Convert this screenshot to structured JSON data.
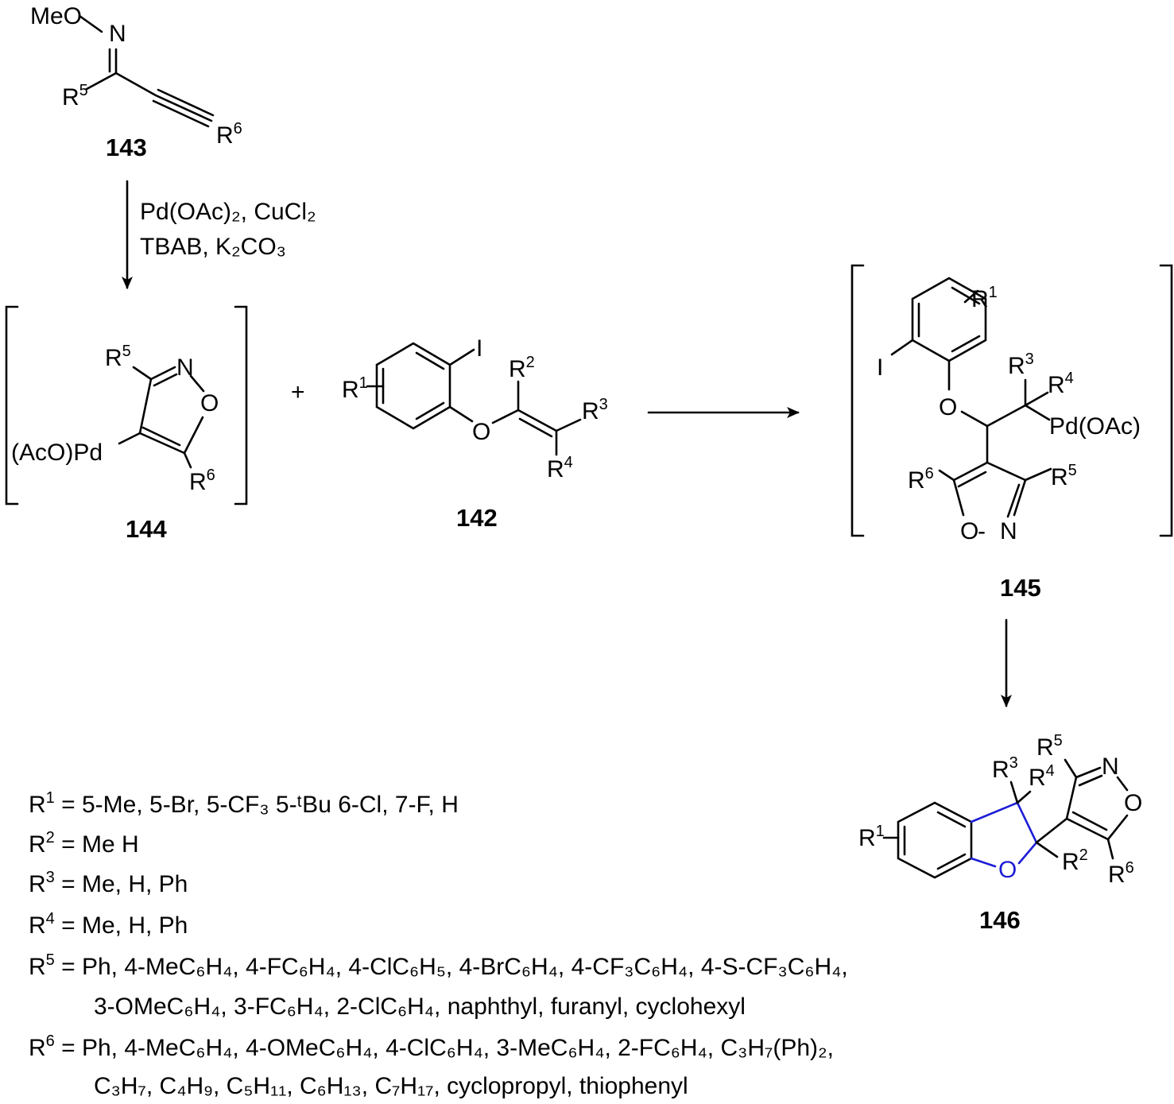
{
  "compounds": {
    "c143": {
      "label": "143"
    },
    "c144": {
      "label": "144"
    },
    "c142": {
      "label": "142"
    },
    "c145": {
      "label": "145"
    },
    "c146": {
      "label": "146"
    }
  },
  "reagents": {
    "line1": "Pd(OAc)₂, CuCl₂",
    "line2": "TBAB, K₂CO₃"
  },
  "atoms": {
    "meo": "MeO",
    "n": "N",
    "o": "O",
    "i": "I",
    "pd_acetate": "(AcO)Pd",
    "pd_oac": "Pd(OAc)",
    "plus": "+",
    "r": "R"
  },
  "substituents": [
    {
      "r": "R",
      "sup": "1",
      "text": " = 5-Me, 5-Br, 5-CF₃ 5-ᵗBu 6-Cl, 7-F,  H"
    },
    {
      "r": "R",
      "sup": "2",
      "text": " = Me H"
    },
    {
      "r": "R",
      "sup": "3",
      "text": " = Me, H, Ph"
    },
    {
      "r": "R",
      "sup": "4",
      "text": " = Me, H, Ph"
    },
    {
      "r": "R",
      "sup": "5",
      "text": " = Ph, 4-MeC₆H₄, 4-FC₆H₄, 4-ClC₆H₅, 4-BrC₆H₄, 4-CF₃C₆H₄, 4-S-CF₃C₆H₄,",
      "cont": "3-OMeC₆H₄, 3-FC₆H₄, 2-ClC₆H₄, naphthyl, furanyl, cyclohexyl"
    },
    {
      "r": "R",
      "sup": "6",
      "text": " = Ph, 4-MeC₆H₄, 4-OMeC₆H₄, 4-ClC₆H₄, 3-MeC₆H₄, 2-FC₆H₄, C₃H₇(Ph)₂,",
      "cont": "C₃H₇, C₄H₉, C₅H₁₁, C₆H₁₃, C₇H₁₇, cyclopropyl, thiophenyl"
    }
  ],
  "colors": {
    "highlight": "#1d1dd6"
  }
}
